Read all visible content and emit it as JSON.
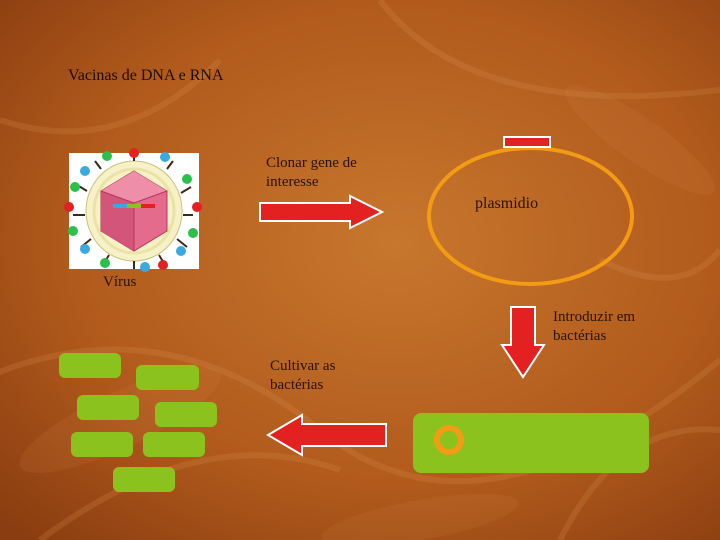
{
  "diagram": {
    "title": "Vacinas de DNA e RNA",
    "step_clone": "Clonar gene de interesse",
    "virus_label": "Vírus",
    "plasmid_label": "plasmidio",
    "step_introduce": "Introduzir em bactérias",
    "step_cultivate": "Cultivar as bactérias"
  },
  "colors": {
    "background": "#b25c1d",
    "arrow_fill": "#e42121",
    "arrow_stroke": "#ffffff",
    "plasmid_ring": "#f29b14",
    "bacteria": "#8cc21e",
    "capsid": "#e56b8c"
  }
}
